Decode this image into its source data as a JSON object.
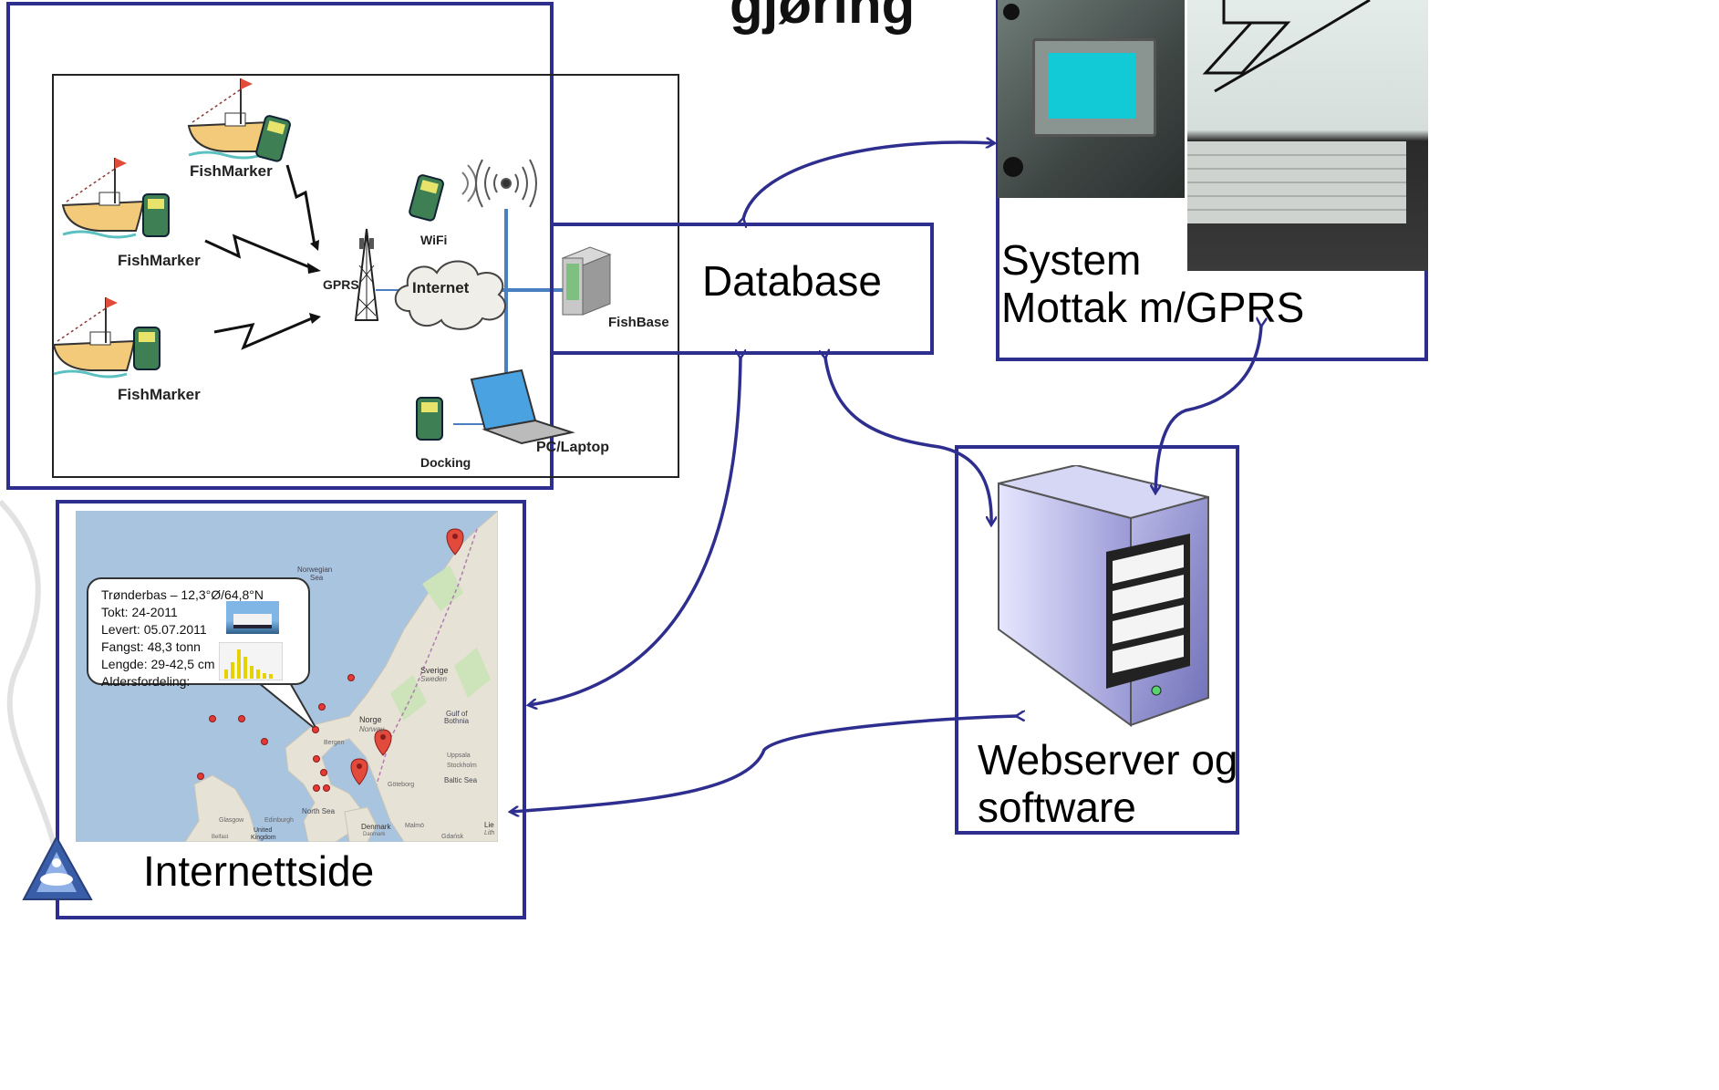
{
  "header": {
    "title_fragment": "gjøring"
  },
  "network": {
    "boat_labels": [
      "FishMarker",
      "FishMarker",
      "FishMarker"
    ],
    "gprs": "GPRS",
    "internet": "Internet",
    "wifi": "WiFi",
    "fishbase": "FishBase",
    "docking": "Docking",
    "pc": "PC/Laptop"
  },
  "database": {
    "label": "Database"
  },
  "system": {
    "line1": "System",
    "line2": "Mottak m/GPRS"
  },
  "webserver": {
    "line1": "Webserver og",
    "line2": "software"
  },
  "internettside": {
    "label": "Internettside",
    "map_labels": {
      "norwegian_sea_1": "Norwegian",
      "norwegian_sea_2": "Sea",
      "sverige_1": "Sverige",
      "sverige_2": "Sweden",
      "gulf_1": "Gulf of",
      "gulf_2": "Bothnia",
      "norge_1": "Norge",
      "norge_2": "Norway",
      "bergen": "Bergen",
      "uppsala": "Uppsala",
      "stockholm": "Stockholm",
      "baltic": "Baltic Sea",
      "goteborg": "Göteborg",
      "north_sea": "North Sea",
      "glasgow": "Glasgow",
      "edinburgh": "Edinburgh",
      "united": "United",
      "kingdom": "Kingdom",
      "belfast": "Belfast",
      "denmark_1": "Denmark",
      "denmark_2": "Danmark",
      "malmo": "Malmö",
      "gdansk": "Gdańsk",
      "lie": "Lie",
      "lithuania": "Lith"
    },
    "popup": {
      "line1": "Trønderbas – 12,3°Ø/64,8°N",
      "line2": "Tokt: 24-2011",
      "line3": "Levert: 05.07.2011",
      "line4": "Fangst: 48,3 tonn",
      "line5": "Lengde: 29-42,5 cm",
      "line6": "Aldersfordeling:"
    }
  },
  "colors": {
    "frame": "#2e2e8f",
    "arrow": "#2e2e8f",
    "sea": "#a9c4de",
    "land": "#e6e2d6"
  }
}
